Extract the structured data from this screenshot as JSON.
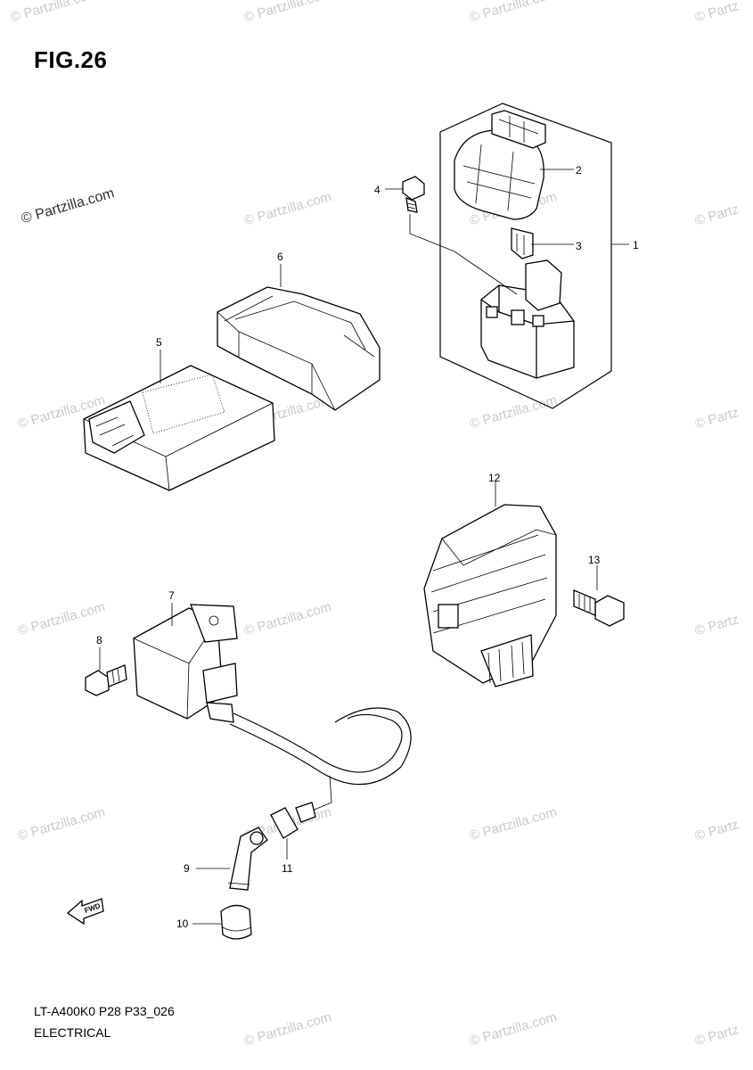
{
  "figure": {
    "title": "FIG.26",
    "model_code": "LT-A400K0 P28 P33_026",
    "section_title": "ELECTRICAL"
  },
  "watermark": {
    "text": "© Partzilla.com",
    "short_text": "© Partzilla.co",
    "tail_text": "© Partz"
  },
  "callouts": [
    {
      "number": "1"
    },
    {
      "number": "2"
    },
    {
      "number": "3"
    },
    {
      "number": "4"
    },
    {
      "number": "5"
    },
    {
      "number": "6"
    },
    {
      "number": "7"
    },
    {
      "number": "8"
    },
    {
      "number": "9"
    },
    {
      "number": "10"
    },
    {
      "number": "11"
    },
    {
      "number": "12"
    },
    {
      "number": "13"
    }
  ],
  "fwd_label": "FWD"
}
